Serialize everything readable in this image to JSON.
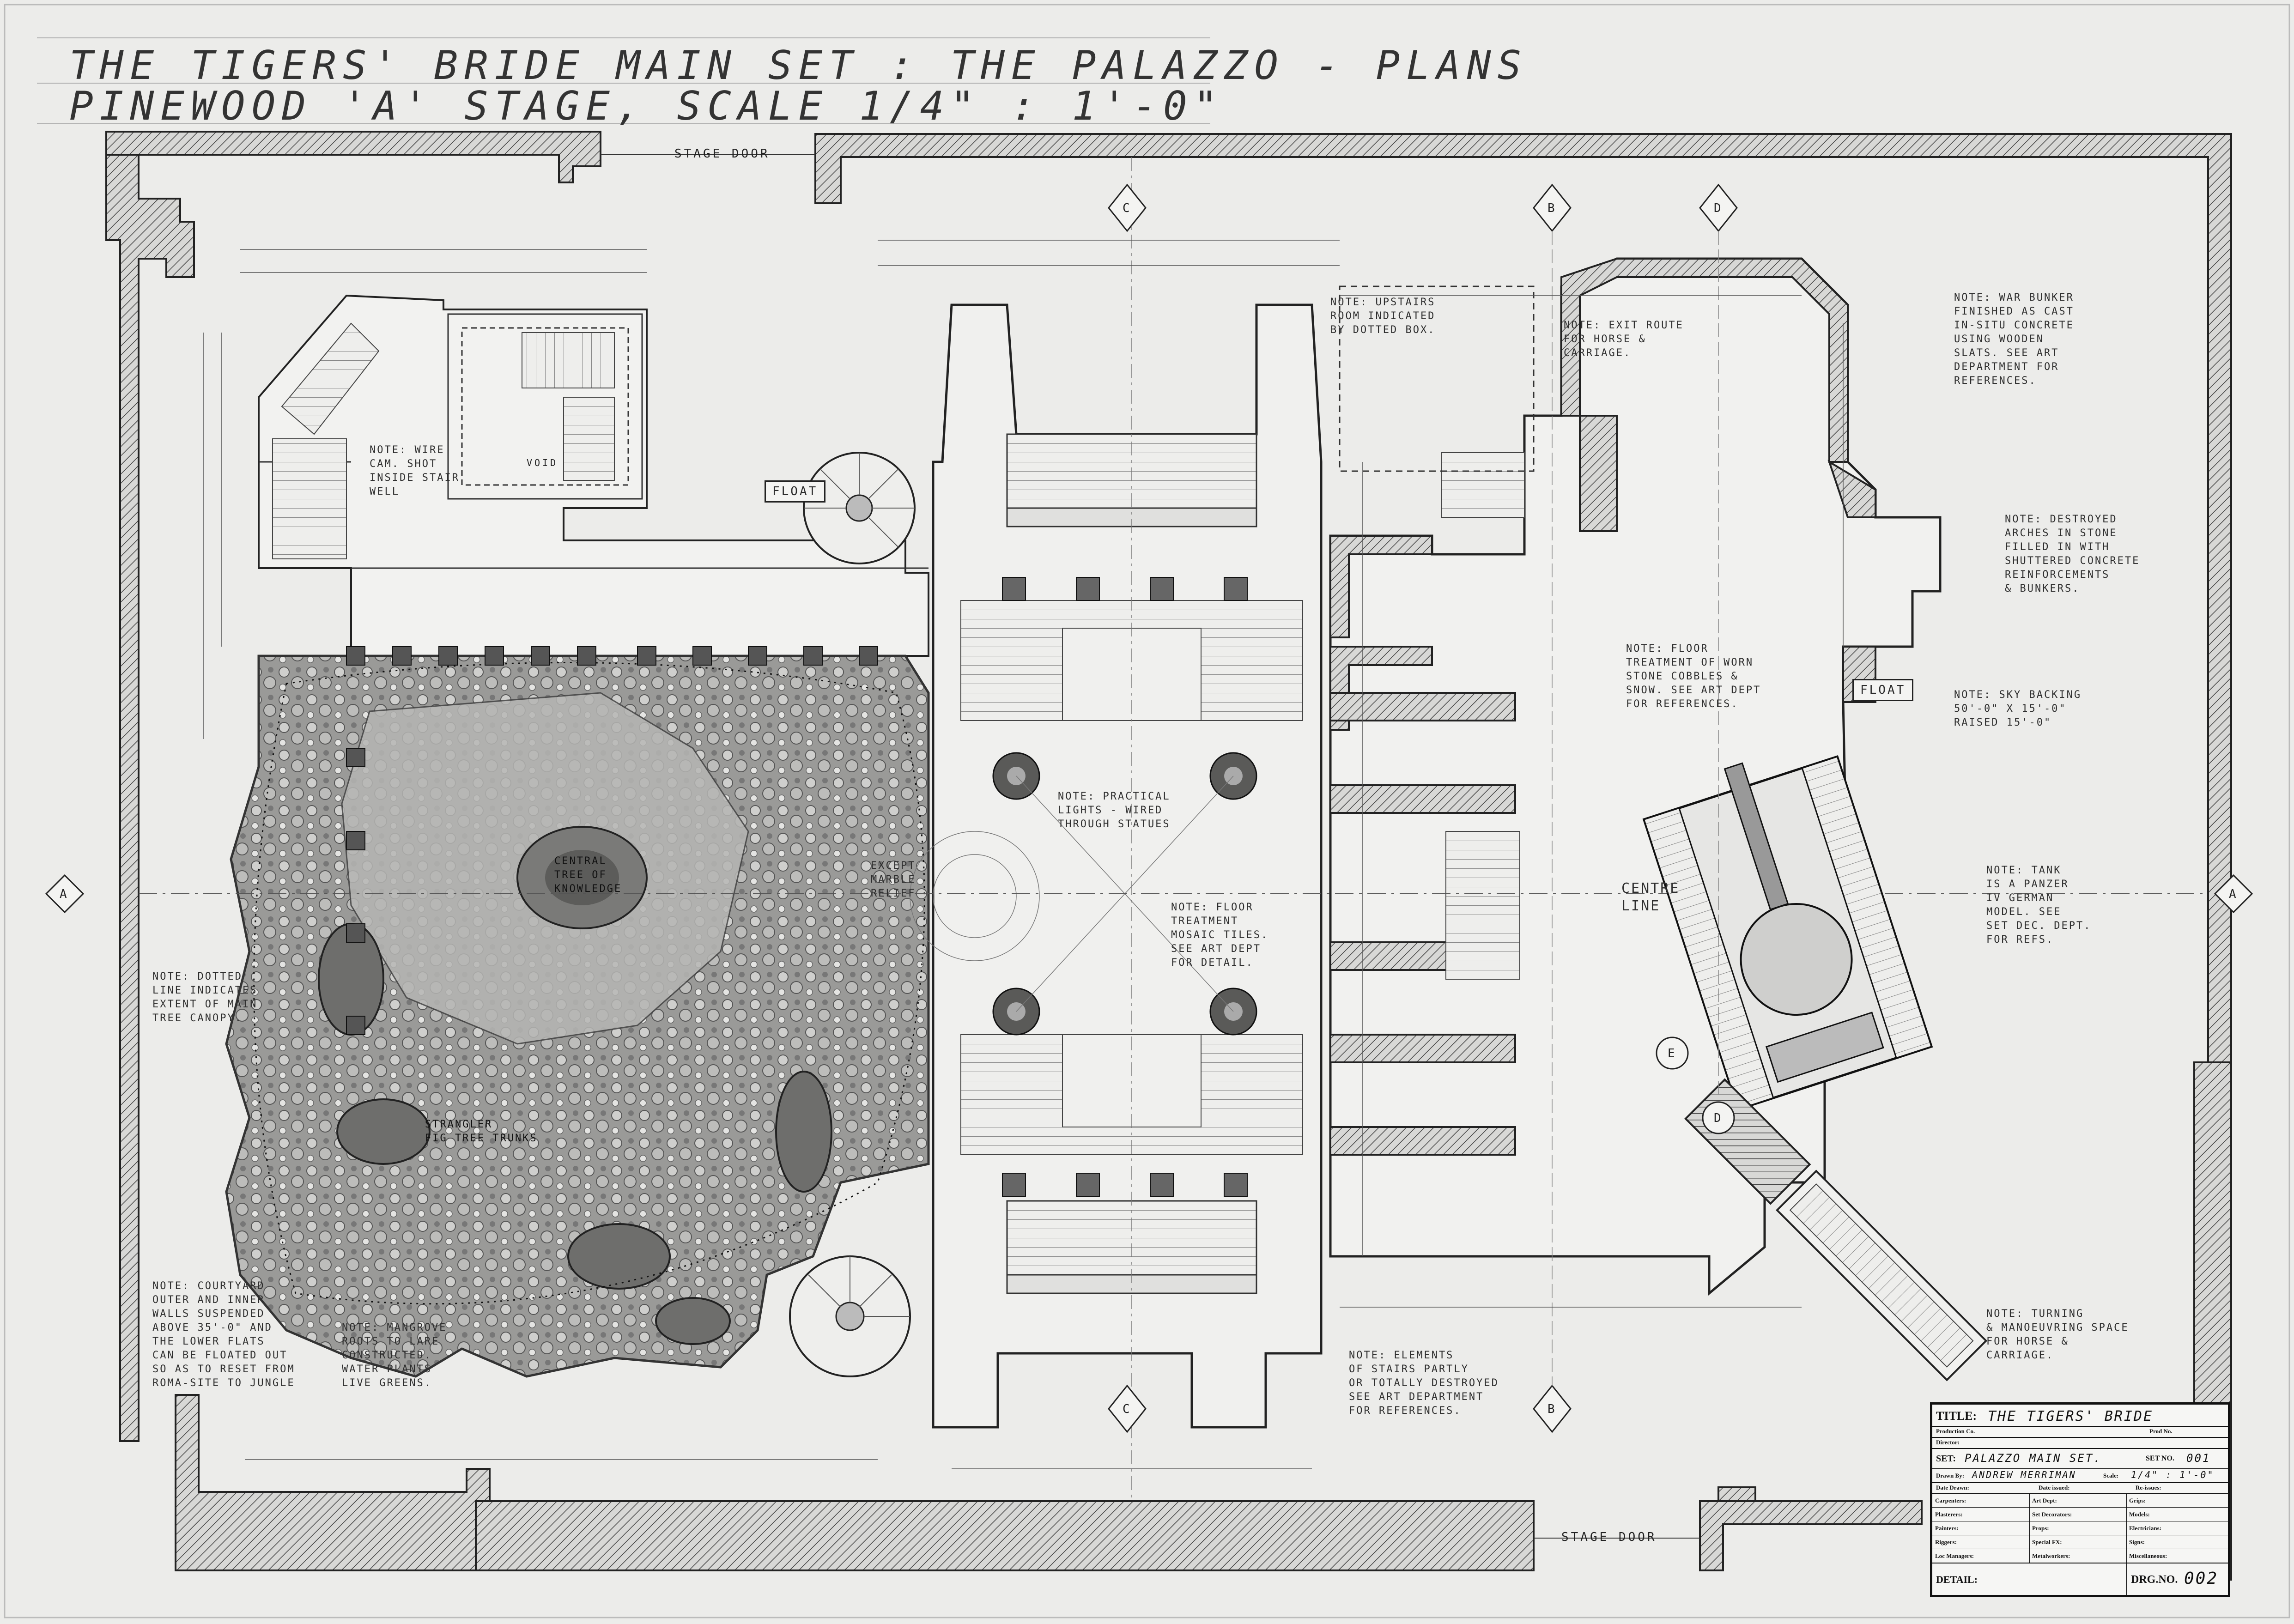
{
  "drawing": {
    "title_line1": "THE TIGERS' BRIDE MAIN SET : THE PALAZZO - PLANS",
    "title_line2": "PINEWOOD 'A' STAGE, SCALE 1/4\" : 1'-0\""
  },
  "labels": {
    "stage_door_top": "STAGE DOOR",
    "stage_door_bottom": "STAGE DOOR",
    "float_left": "FLOAT",
    "float_right": "FLOAT",
    "centre_line": "CENTRE\nLINE",
    "void": "VOID",
    "grid_a": "A",
    "grid_b": "B",
    "grid_c": "C",
    "grid_d": "D",
    "grid_e": "E"
  },
  "notes": {
    "wire": "NOTE: WIRE\nCAM. SHOT\nINSIDE STAIR\nWELL",
    "upstairs": "NOTE: UPSTAIRS\nROOM INDICATED\nBY DOTTED BOX.",
    "exit": "NOTE: EXIT ROUTE\nFOR HORSE &\nCARRIAGE.",
    "war_bunker": "NOTE: WAR BUNKER\nFINISHED AS CAST\nIN-SITU CONCRETE\nUSING WOODEN\nSLATS. SEE ART\nDEPARTMENT FOR\nREFERENCES.",
    "destroyed_arches": "NOTE: DESTROYED\nARCHES IN STONE\nFILLED IN WITH\nSHUTTERED CONCRETE\nREINFORCEMENTS\n& BUNKERS.",
    "floor_worn": "NOTE: FLOOR\nTREATMENT OF WORN\nSTONE COBBLES &\nSNOW. SEE ART DEPT\nFOR REFERENCES.",
    "sky_backing": "NOTE: SKY BACKING\n50'-0\" X 15'-0\"\nRAISED 15'-0\"",
    "practical": "NOTE: PRACTICAL\nLIGHTS - WIRED\nTHROUGH STATUES",
    "central_tree": "CENTRAL\nTREE OF\nKNOWLEDGE",
    "marble": "EXCEPT\nMARBLE\nRELIEF",
    "floor_mosaic": "NOTE: FLOOR\nTREATMENT\nMOSAIC TILES.\nSEE ART DEPT\nFOR DETAIL.",
    "tank": "NOTE: TANK\nIS A PANZER\nIV GERMAN\nMODEL. SEE\nSET DEC. DEPT.\nFOR REFS.",
    "dotted_line": "NOTE: DOTTED\nLINE INDICATES\nEXTENT OF MAIN\nTREE CANOPY.",
    "strangler": "STRANGLER\nFIG TREE TRUNKS",
    "courtyard": "NOTE: COURTYARD\nOUTER AND INNER\nWALLS SUSPENDED\nABOVE 35'-0\" AND\nTHE LOWER FLATS\nCAN BE FLOATED OUT\nSO AS TO RESET FROM\nROMA-SITE TO JUNGLE",
    "mangrove": "NOTE: MANGROVE\nROOTS TO LARE\nCONSTRUCTED.\nWATER PLANTS\nLIVE GREENS.",
    "stairs": "NOTE: ELEMENTS\nOF STAIRS PARTLY\nOR TOTALLY DESTROYED\nSEE ART DEPARTMENT\nFOR REFERENCES.",
    "turning": "NOTE: TURNING\n& MANOEUVRING SPACE\nFOR HORSE &\nCARRIAGE."
  },
  "title_block": {
    "title_label": "TITLE:",
    "title_value": "THE TIGERS' BRIDE",
    "production_co": "Production Co.",
    "prod_no": "Prod No.",
    "director": "Director:",
    "set_label": "SET:",
    "set_value": "PALAZZO MAIN SET.",
    "set_no_label": "SET NO.",
    "set_no_value": "001",
    "drawn_by_label": "Drawn By:",
    "drawn_by_value": "ANDREW MERRIMAN",
    "scale_label": "Scale:",
    "scale_value": "1/4\" : 1'-0\"",
    "date_drawn": "Date Drawn:",
    "date_issued": "Date issued:",
    "re_issues": "Re-issues:",
    "departments": [
      [
        "Carpenters:",
        "Art Dept:",
        "Grips:"
      ],
      [
        "Plasterers:",
        "Set Decorators:",
        "Models:"
      ],
      [
        "Painters:",
        "Props:",
        "Electricians:"
      ],
      [
        "Riggers:",
        "Special FX:",
        "Signs:"
      ],
      [
        "Loc Managers:",
        "Metalworkers:",
        "Miscellaneous:"
      ]
    ],
    "detail_label": "DETAIL:",
    "drg_no_label": "DRG.NO.",
    "drg_no_value": "002"
  }
}
